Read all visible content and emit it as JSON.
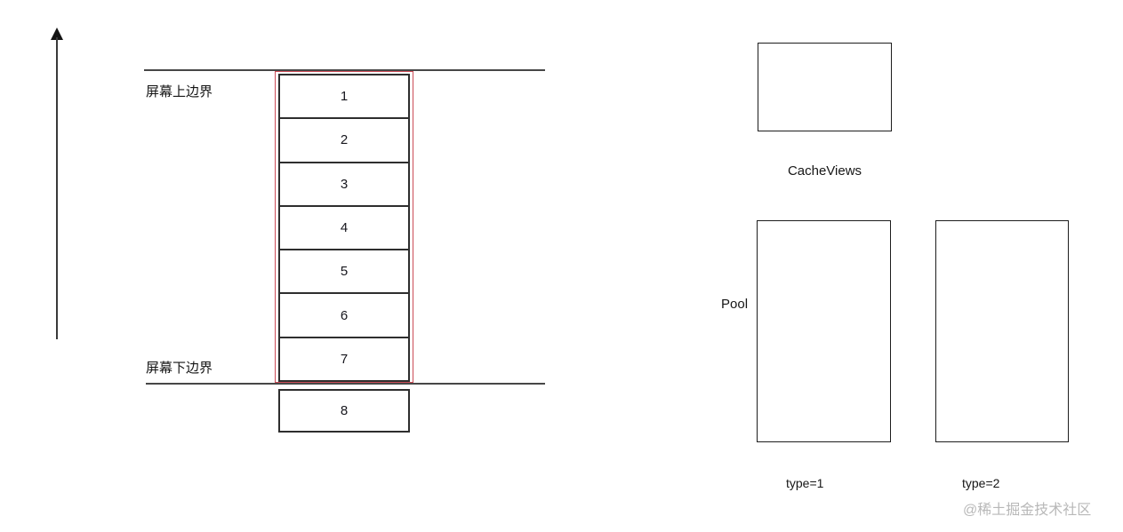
{
  "screen": {
    "top_boundary_label": "屏幕上边界",
    "bottom_boundary_label": "屏幕下边界"
  },
  "list": {
    "visible_items": [
      "1",
      "2",
      "3",
      "4",
      "5",
      "6",
      "7"
    ],
    "offscreen_item": "8"
  },
  "recycler": {
    "cache_views_label": "CacheViews",
    "pool_label": "Pool",
    "pool_types": [
      "type=1",
      "type=2"
    ]
  },
  "watermark": "@稀土掘金技术社区",
  "colors": {
    "outline_red": "#cb4b56",
    "line_dark": "#474747",
    "box_border": "#2e2e2e",
    "watermark_gray": "#b8b8b8"
  }
}
